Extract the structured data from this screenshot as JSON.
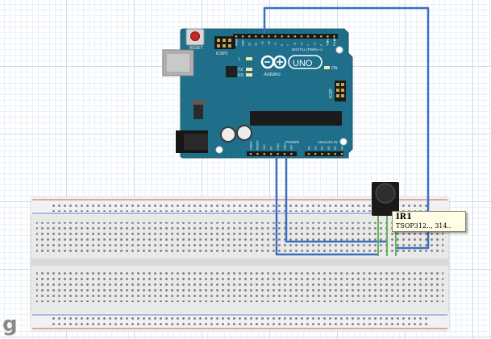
{
  "board": {
    "brand_logo": "Arduino",
    "model": "UNO",
    "reset_label": "RESET",
    "icsp2_label": "ICSP2",
    "icsp_label": "ICSP",
    "on_label": "ON",
    "led_l": "L",
    "led_tx": "TX",
    "led_rx": "RX",
    "digital_header": "DIGITAL (PWM=~)",
    "power_header": "POWER",
    "analog_header": "ANALOG IN",
    "digital_pins": [
      "AREF",
      "GND",
      "13",
      "12",
      "~11",
      "~10",
      "~9",
      "8",
      "7",
      "~6",
      "~5",
      "4",
      "~3",
      "2",
      "TX▶1",
      "RX◀0"
    ],
    "power_pins": [
      "IOREF",
      "RESET",
      "3V3",
      "5V",
      "GND",
      "GND",
      "VIN"
    ],
    "analog_pins": [
      "A0",
      "A1",
      "A2",
      "A3",
      "A4",
      "A5"
    ]
  },
  "component": {
    "label": "IR1",
    "part": "TSOP312.., 314.."
  },
  "watermark": "g",
  "colors": {
    "board": "#1f6f8b",
    "wire": "#3b6fc4",
    "leg": "#55b04e",
    "breadboard": "#e8e8e8",
    "rail_red": "#d9534f",
    "rail_blue": "#5b7fd1"
  }
}
